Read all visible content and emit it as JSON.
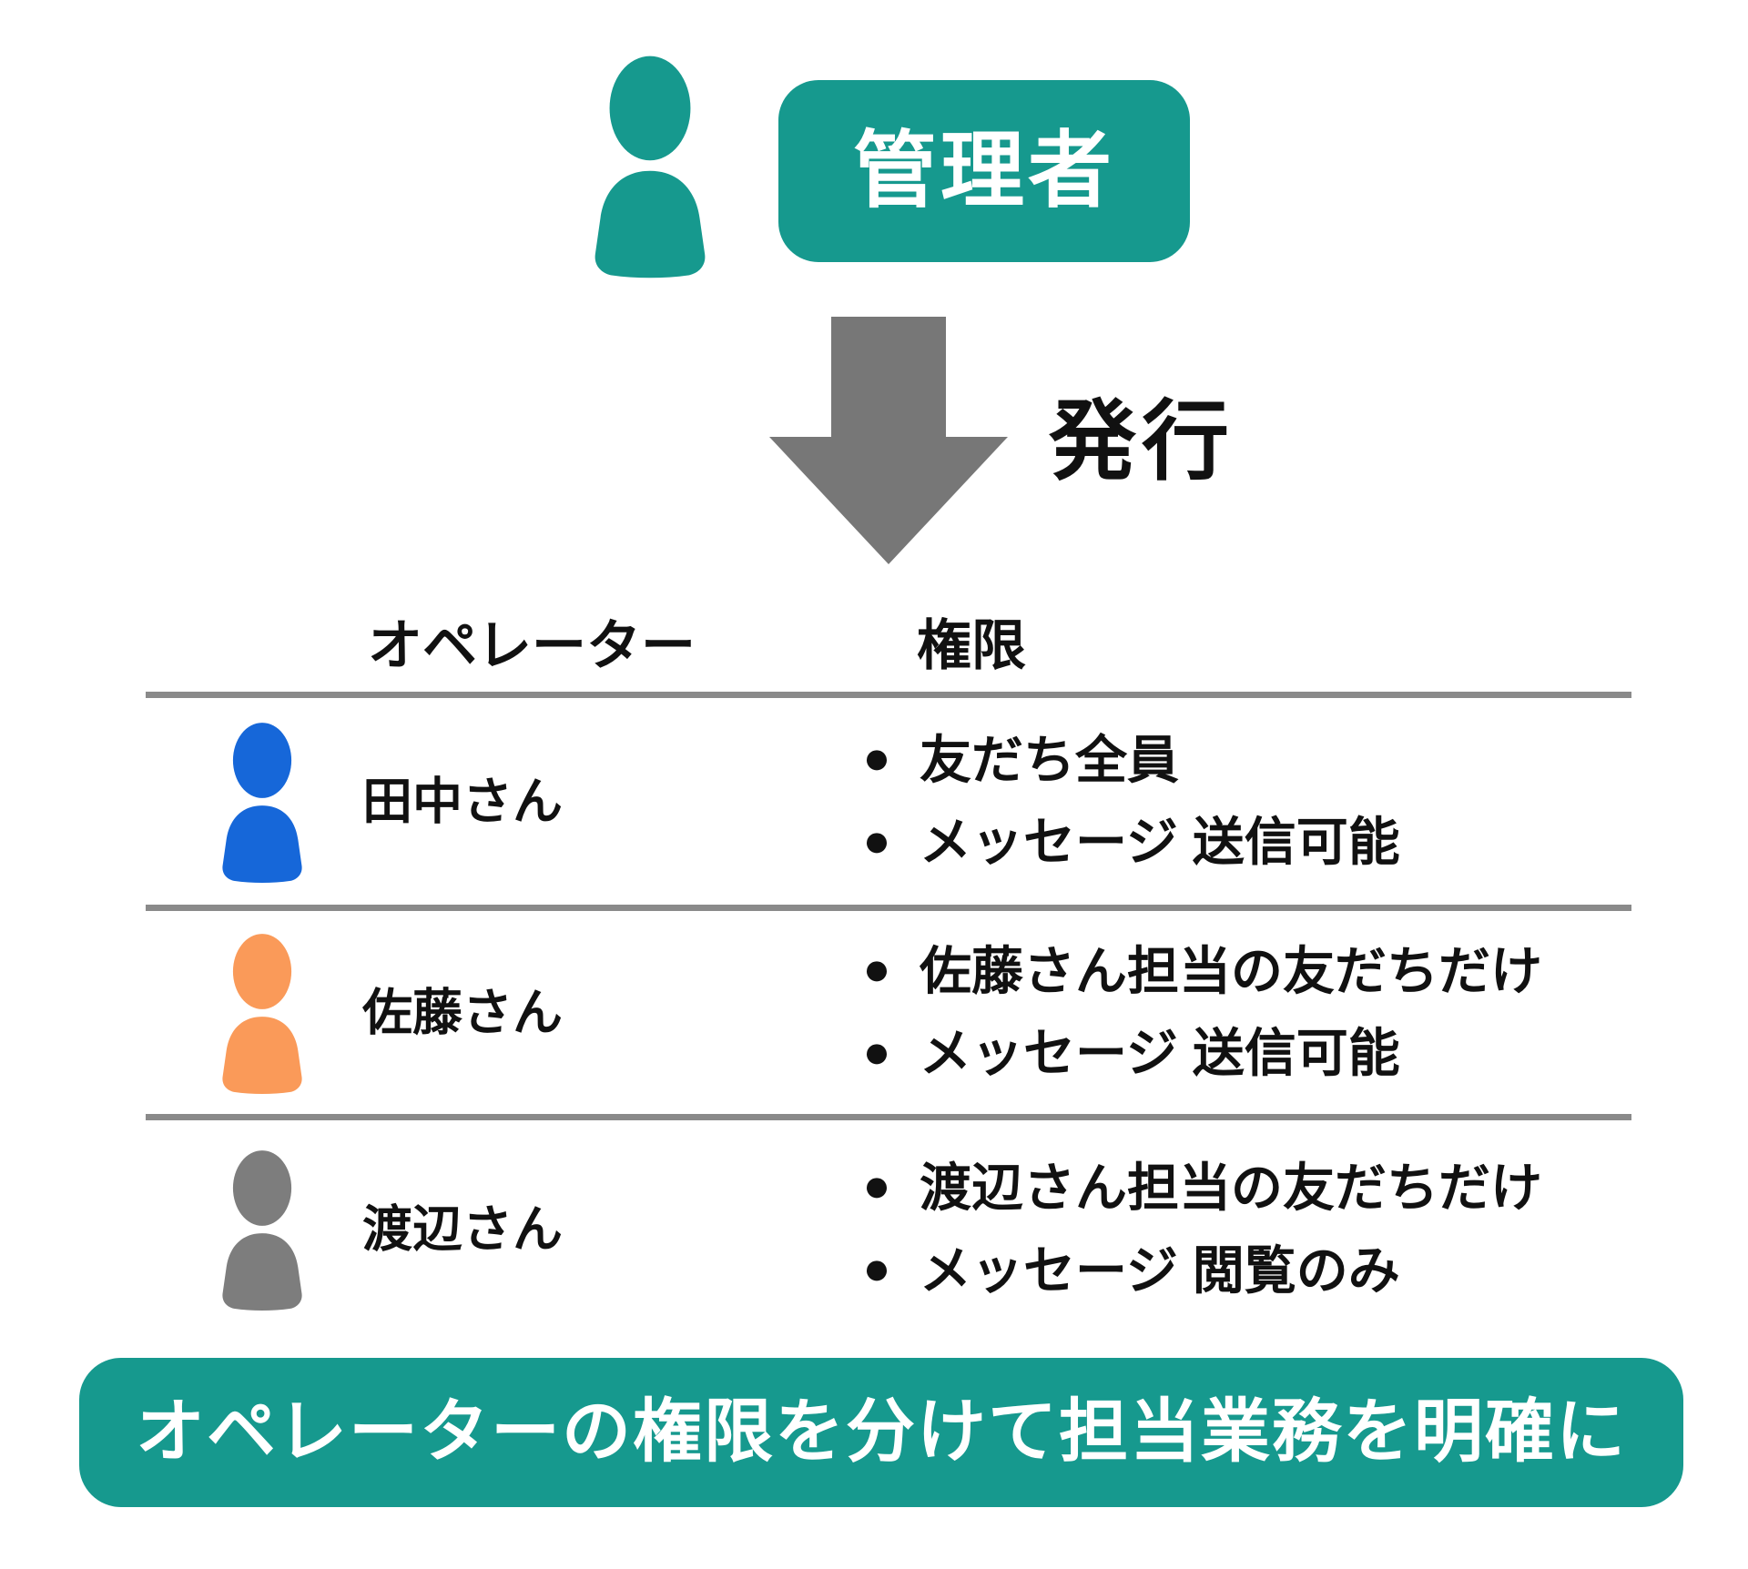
{
  "colors": {
    "teal": "#16998E",
    "blue": "#1667D9",
    "orange": "#FA9A59",
    "gray": "#7D7D7D",
    "arrow_gray": "#777777",
    "divider_gray": "#8A8A8A",
    "text": "#111111",
    "white": "#FFFFFF"
  },
  "admin": {
    "label": "管理者",
    "icon": "person-icon",
    "icon_color": "#16998E"
  },
  "arrow": {
    "label": "発行",
    "direction": "down"
  },
  "table": {
    "headers": {
      "operator": "オペレーター",
      "permission": "権限"
    },
    "rows": [
      {
        "name": "田中さん",
        "icon": "person-icon",
        "icon_color": "#1667D9",
        "permissions": [
          "友だち全員",
          "メッセージ 送信可能"
        ]
      },
      {
        "name": "佐藤さん",
        "icon": "person-icon",
        "icon_color": "#FA9A59",
        "permissions": [
          "佐藤さん担当の友だちだけ",
          "メッセージ 送信可能"
        ]
      },
      {
        "name": "渡辺さん",
        "icon": "person-icon",
        "icon_color": "#7D7D7D",
        "permissions": [
          "渡辺さん担当の友だちだけ",
          "メッセージ 閲覧のみ"
        ]
      }
    ]
  },
  "footer": {
    "label": "オペレーターの権限を分けて担当業務を明確に"
  }
}
